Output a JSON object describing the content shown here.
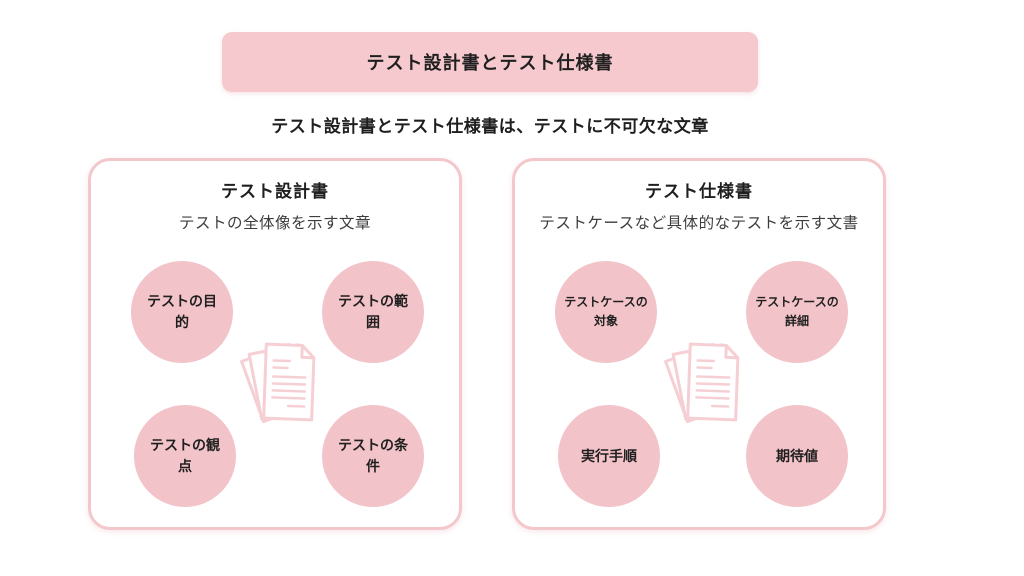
{
  "header": {
    "title": "テスト設計書とテスト仕様書",
    "subtitle": "テスト設計書とテスト仕様書は、テストに不可欠な文章"
  },
  "panels": [
    {
      "title": "テスト設計書",
      "description": "テストの全体像を示す文章",
      "icon": "document-stack-icon",
      "items": [
        {
          "label": "テストの目\n的"
        },
        {
          "label": "テストの範\n囲"
        },
        {
          "label": "テストの観\n点"
        },
        {
          "label": "テストの条\n件"
        }
      ]
    },
    {
      "title": "テスト仕様書",
      "description": "テストケースなど具体的なテストを示す文書",
      "icon": "document-stack-icon",
      "items": [
        {
          "label": "テストケースの\n対象"
        },
        {
          "label": "テストケースの\n詳細"
        },
        {
          "label": "実行手順"
        },
        {
          "label": "期待値"
        }
      ]
    }
  ],
  "colors": {
    "title_box_pink": "#f5c9cd",
    "circle_pink": "#f2c3c8",
    "panel_border_pink": "#f4c7cc",
    "icon_outline_pink": "#f6cfd4",
    "text_dark": "#1f1f1f",
    "background": "#ffffff"
  }
}
